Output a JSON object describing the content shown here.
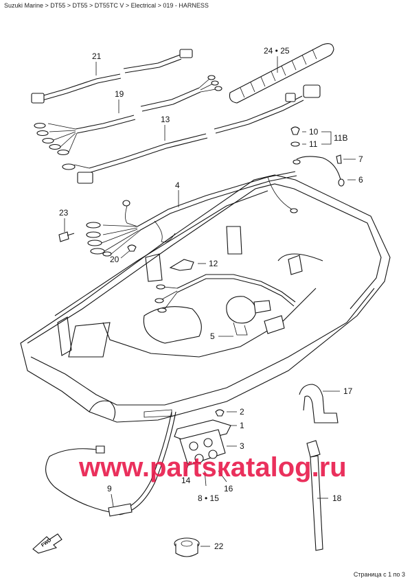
{
  "breadcrumb": "Suzuki Marine > DT55 > DT55 > DT55TC V > Electrical > 019 - HARNESS",
  "footer": "Страница с 1 по 3",
  "watermark": "www.partsкatalog.ru",
  "fwd_label": "FWD",
  "callouts": {
    "p1": "1",
    "p2": "2",
    "p3": "3",
    "p4": "4",
    "p5": "5",
    "p6": "6",
    "p7": "7",
    "p8_15": "8 • 15",
    "p9": "9",
    "p10": "10",
    "p11": "11",
    "p11b": "11B",
    "p12": "12",
    "p13": "13",
    "p14": "14",
    "p16": "16",
    "p17": "17",
    "p18": "18",
    "p19": "19",
    "p20": "20",
    "p21": "21",
    "p22": "22",
    "p23": "23",
    "p24_25": "24 • 25"
  },
  "colors": {
    "watermark": "#e8194a",
    "line": "#111111"
  }
}
